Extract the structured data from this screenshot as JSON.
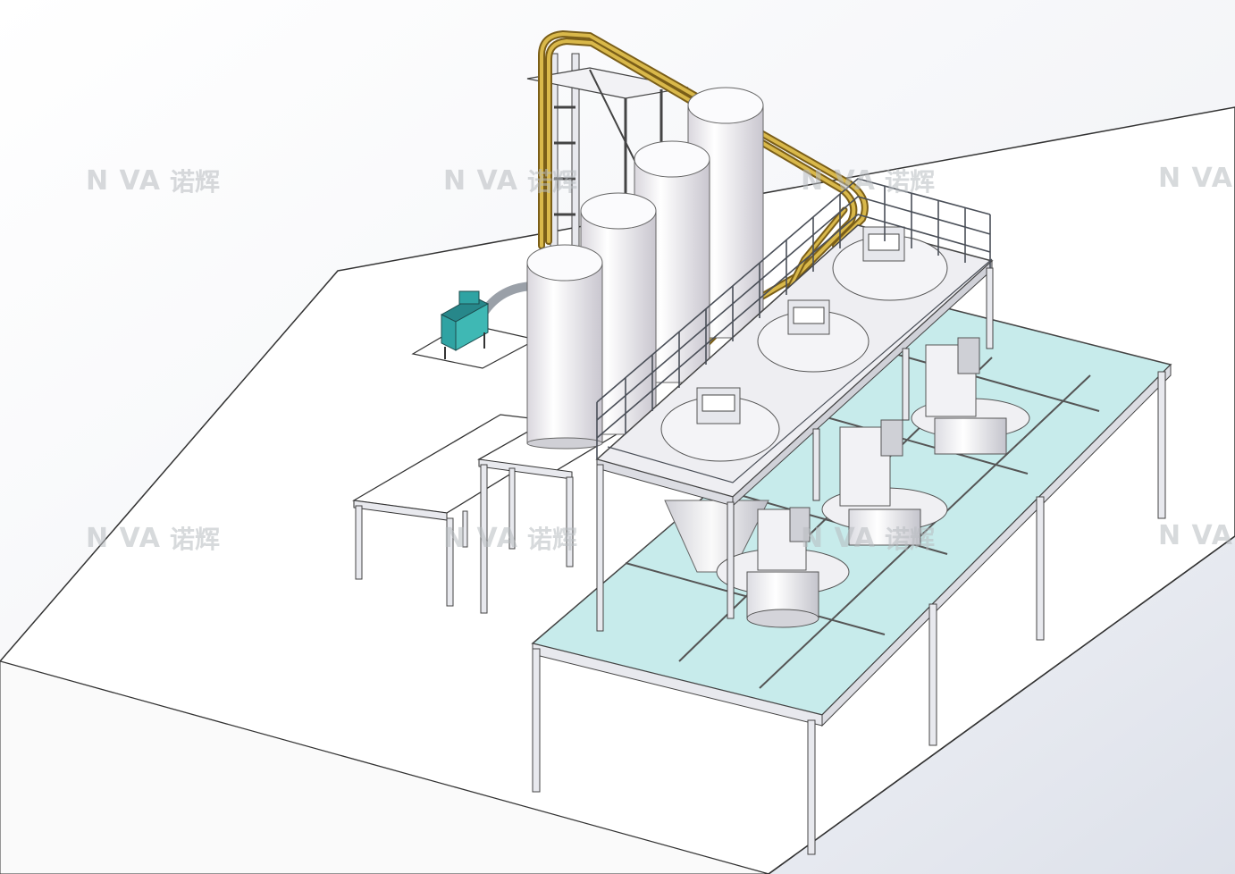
{
  "watermark": {
    "brand": "N   VA",
    "brand_cn": "诺辉"
  },
  "colors": {
    "background_gradient_start": "#ffffff",
    "background_gradient_end": "#dde1ea",
    "floor_line": "#333333",
    "platform_fill": "#c7ebeb",
    "steel": "#e8e9ee",
    "steel_edge": "#555a66",
    "silo_fill": "#f2f0f5",
    "pipe": "#c9a43a",
    "unit_teal": "#2fa3a3",
    "watermark": "#b8bcc0"
  },
  "icons": [
    "nova-globe-logo"
  ]
}
